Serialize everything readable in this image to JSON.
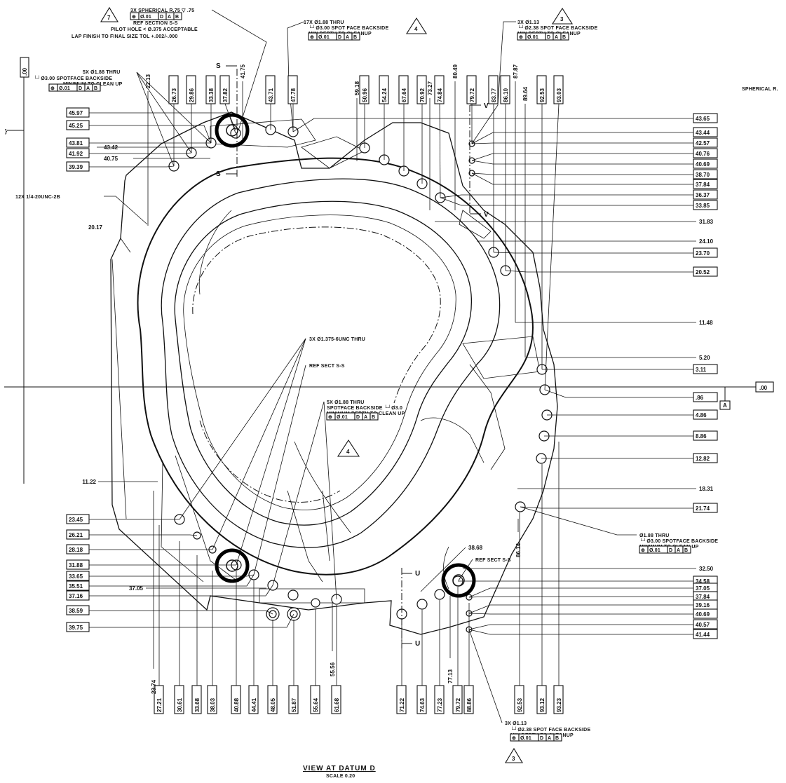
{
  "view_title": "VIEW AT DATUM D",
  "view_scale": "SCALE 0.20",
  "corner_note": "SPHERICAL R.",
  "datums": {
    "vertical_zero": ".00",
    "horizontal_zero": ".00",
    "datum_a": "A",
    "section_s": "S",
    "section_u": "U",
    "section_v": "V"
  },
  "flags": {
    "flag_7": "7",
    "flag_4_top": "4",
    "flag_3_top": "3",
    "flag_4_center": "4",
    "flag_3_bottom": "3"
  },
  "notes": {
    "spherical": [
      "3X SPHERICAL R.75 ▽ .75",
      "REF SECTION S-S",
      "PILOT HOLE < Ø.375 ACCEPTABLE",
      "LAP FINISH TO FINAL SIZE TOL +.002/-.000"
    ],
    "holes_17x": [
      "17X Ø1.88 THRU",
      "└┘Ø3.00 SPOT FACE BACKSIDE",
      "MIN DEPTH TO CLEANUP"
    ],
    "holes_3x_top": [
      "3X Ø1.13",
      "└┘Ø2.38 SPOT FACE BACKSIDE",
      "MIN DEPTH TO CLEANUP"
    ],
    "holes_5x_left": [
      "5X Ø1.88 THRU",
      "└┘Ø3.00 SPOTFACE BACKSIDE",
      "MINIMUM TO CLEAN UP"
    ],
    "threads_12x": "12X 1/4-20UNC-2B",
    "thread_3x": "3X Ø1.375-6UNC THRU",
    "ref_sect_ss": "REF SECT S-S",
    "holes_5x_center": [
      "5X Ø1.88 THRU",
      "SPOTFACE BACKSIDE └┘Ø3.0",
      "MINIMUM DEPTH TO CLEAN UP"
    ],
    "hole_single": [
      "Ø1.88 THRU",
      "└┘Ø3.00 SPOTFACE BACKSIDE",
      "MINIMUM TO CLEAN UP"
    ],
    "ref_sect_ss_low": "REF SECT S-S",
    "holes_3x_bottom": [
      "3X Ø1.13",
      "└┘Ø2.38 SPOT FACE BACKSIDE",
      "MIN DEPTH TO CLEANUP"
    ]
  },
  "fcf": [
    "⊕",
    "Ø.01",
    "D",
    "A",
    "B"
  ],
  "dimensions": {
    "left_boxed": [
      "45.97",
      "45.25",
      "43.81",
      "41.92",
      "39.39",
      "23.45",
      "26.21",
      "28.18",
      "31.88",
      "33.65",
      "35.51",
      "37.16",
      "38.59",
      "39.75"
    ],
    "left_plain": [
      "43.42",
      "40.75",
      "20.17",
      "11.22",
      "37.05"
    ],
    "right_boxed": [
      "43.65",
      "43.44",
      "42.57",
      "40.76",
      "40.69",
      "38.70",
      "37.84",
      "36.37",
      "33.85",
      "23.70",
      "20.52",
      "3.11",
      ".86",
      "4.86",
      "8.86",
      "12.82",
      "21.74",
      "34.58",
      "37.05",
      "37.84",
      "39.16",
      "40.69",
      "40.57",
      "41.44"
    ],
    "right_plain": [
      "31.83",
      "24.10",
      "11.48",
      "5.20",
      "18.31",
      "32.50",
      "38.68"
    ],
    "top_boxed": [
      "26.73",
      "29.86",
      "33.38",
      "37.82",
      "43.71",
      "47.78",
      "50.96",
      "54.24",
      "67.64",
      "70.92",
      "74.84",
      "79.72",
      "83.77",
      "86.10",
      "92.53",
      "93.03"
    ],
    "top_plain": [
      "22.13",
      "41.75",
      "59.18",
      "73.27",
      "80.49",
      "87.87",
      "89.64"
    ],
    "bottom_boxed": [
      "27.21",
      "30.61",
      "33.68",
      "38.03",
      "40.88",
      "44.41",
      "48.05",
      "51.87",
      "55.64",
      "61.68",
      "71.22",
      "74.63",
      "77.23",
      "79.72",
      "88.86",
      "92.53",
      "93.12",
      "93.23"
    ],
    "bottom_plain": [
      "23.74",
      "55.56",
      "77.13",
      "86.14"
    ]
  }
}
